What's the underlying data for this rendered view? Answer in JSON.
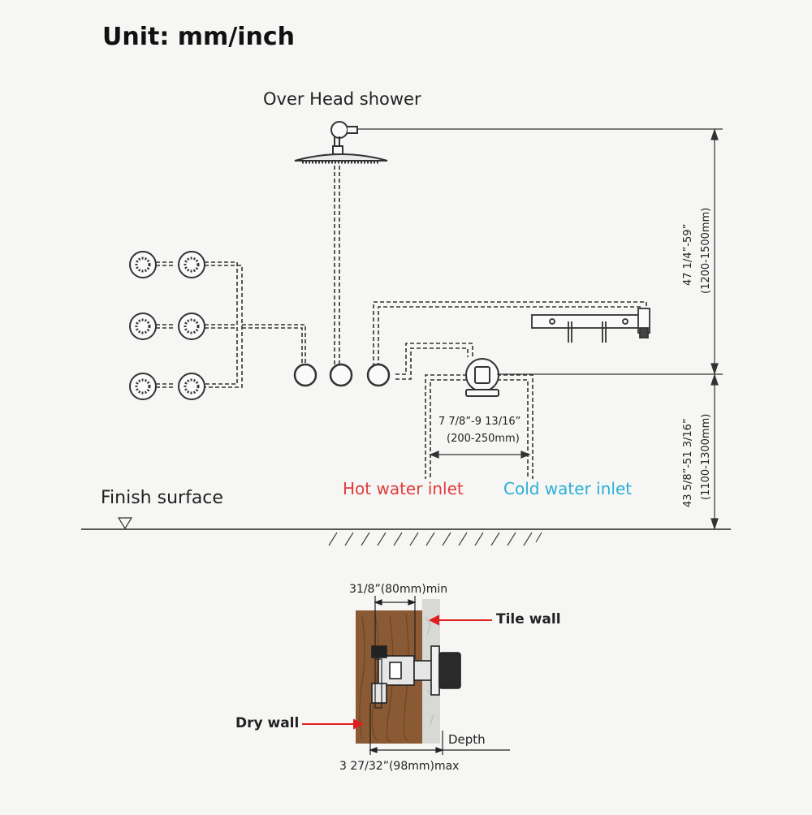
{
  "title": "Unit: mm/inch",
  "labels": {
    "overhead_shower": "Over Head shower",
    "finish_surface": "Finish surface",
    "hot_inlet": "Hot water inlet",
    "cold_inlet": "Cold water inlet",
    "inlet_spacing_inch": "7 7/8”-9 13/16”",
    "inlet_spacing_mm": "(200-250mm)",
    "head_height_inch": "47 1/4”-59”",
    "head_height_mm": "(1200-1500mm)",
    "valve_height_inch": "43 5/8”-51 3/16”",
    "valve_height_mm": "(1100-1300mm)",
    "min_depth": "31/8”(80mm)min",
    "tile_wall": "Tile wall",
    "dry_wall": "Dry wall",
    "depth": "Depth",
    "max_depth": "3 27/32”(98mm)max"
  },
  "colors": {
    "hot": "#e23b3b",
    "cold": "#2ab0d6",
    "arrow": "#e02020",
    "wood": "#8a5a34",
    "tile": "#d8d8d4"
  }
}
